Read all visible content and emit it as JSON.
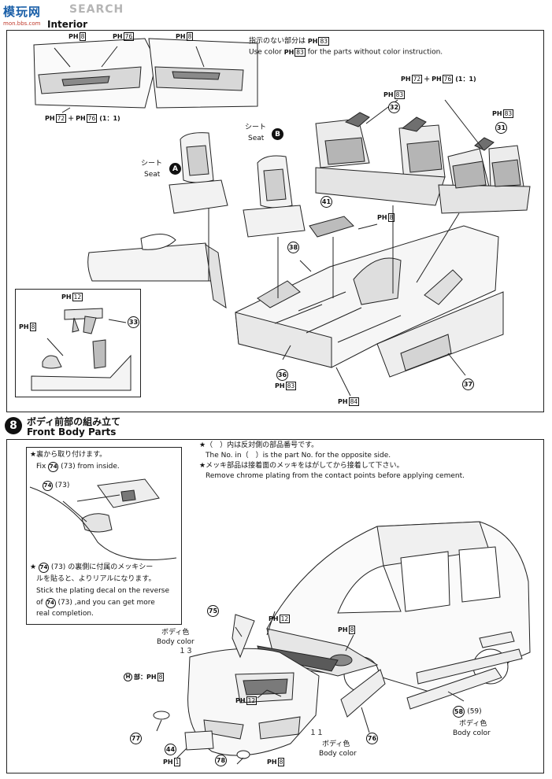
{
  "watermark": {
    "logo": "模玩网",
    "url": "mon.bbs.com",
    "search": "SEARCH"
  },
  "section7": {
    "title_en": "Interior",
    "color_note_jp": "指示のない部分は",
    "color_note_en_pre": "Use color",
    "color_note_en_post": "for the parts without color instruction.",
    "default_color": "83",
    "ph": "PH",
    "door_codes": [
      "8",
      "76",
      "8"
    ],
    "door_mix": "(1：1)",
    "mix_a": "72",
    "mix_b": "76",
    "seat_label_jp": "シート",
    "seat_label_en": "Seat",
    "seat_a": "A",
    "seat_b": "B",
    "parts": {
      "p32": "32",
      "p31": "31",
      "p41": "41",
      "p38": "38",
      "p33": "33",
      "p36": "36",
      "p37": "37"
    },
    "codes": {
      "c32": "83",
      "c31": "83",
      "c41": "8",
      "c36": "83",
      "floor": "84",
      "inset_top": "12",
      "inset_left": "8"
    }
  },
  "section8": {
    "step_number": "8",
    "title_jp": "ボディ前部の組み立て",
    "title_en": "Front Body Parts",
    "note1_jp": "★（　）内は反対側の部品番号です。",
    "note1_en": "The No. in（　）is the part No. for the opposite side.",
    "note2_jp": "★メッキ部品は接着面のメッキをはがしてから接着して下さい。",
    "note2_en": "Remove chrome plating from the contact points before applying cement.",
    "box_line1_jp": "★裏から取り付けます。",
    "box_line2_en_pre": "Fix",
    "box_line2_en_post": "from inside.",
    "box_p74": "74",
    "box_p73": "(73)",
    "box_decal_jp1": "の裏側に付属のメッキシー",
    "box_decal_jp2": "ルを貼ると、よりリアルになります。",
    "box_decal_en1": "Stick the plating decal on the reverse",
    "box_decal_en2_pre": "of",
    "box_decal_en2_post": ",and you can get more",
    "box_decal_en3": "real completion.",
    "body_color_jp": "ボディ色",
    "body_color_en": "Body color",
    "h_emblem": "部：",
    "label_13": "１３",
    "label_11": "１１",
    "parts": {
      "p75": "75",
      "p77": "77",
      "p44": "44",
      "p78": "78",
      "p76": "76",
      "p58": "58",
      "p59": "(59)"
    },
    "codes": {
      "grille": "12",
      "lamp": "8",
      "emblem": "8",
      "inner": "12",
      "p44": "1",
      "p78": "8"
    }
  }
}
